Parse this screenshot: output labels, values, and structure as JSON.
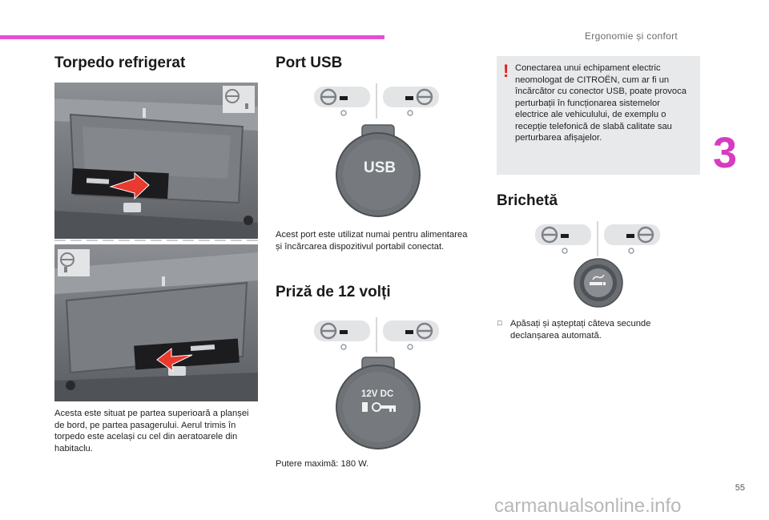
{
  "header": {
    "chapter_title": "Ergonomie și confort",
    "chapter_number": "3",
    "page_number": "55",
    "watermark": "carmanualsonline.info"
  },
  "glovebox": {
    "heading": "Torpedo refrigerat",
    "description": "Acesta este situat pe partea superioară a planșei de bord, pe partea pasagerului. Aerul trimis în torpedo este același cu cel din aeratoarele din habitaclu."
  },
  "usb": {
    "heading": "Port USB",
    "socket_label": "USB",
    "description": "Acest port este utilizat numai pentru alimentarea și încărcarea dispozitivul portabil conectat."
  },
  "socket12v": {
    "heading": "Priză de 12 volți",
    "socket_label": "12V DC",
    "description": "Putere maximă: 180 W."
  },
  "warning": {
    "mark": "!",
    "text": "Conectarea unui echipament electric neomologat de CITROËN, cum ar fi un încărcător cu conector USB, poate provoca perturbații în funcționarea sistemelor electrice ale vehiculului, de exemplu o recepție telefonică de slabă calitate sau perturbarea afișajelor."
  },
  "lighter": {
    "heading": "Brichetă",
    "bullet": "",
    "instruction": "Apăsați și așteptați câteva secunde declanșarea automată."
  },
  "colors": {
    "accent": "#e84ed2",
    "chapter": "#d63bc0",
    "warning": "#e02020",
    "arrow": "#e83a2e"
  }
}
